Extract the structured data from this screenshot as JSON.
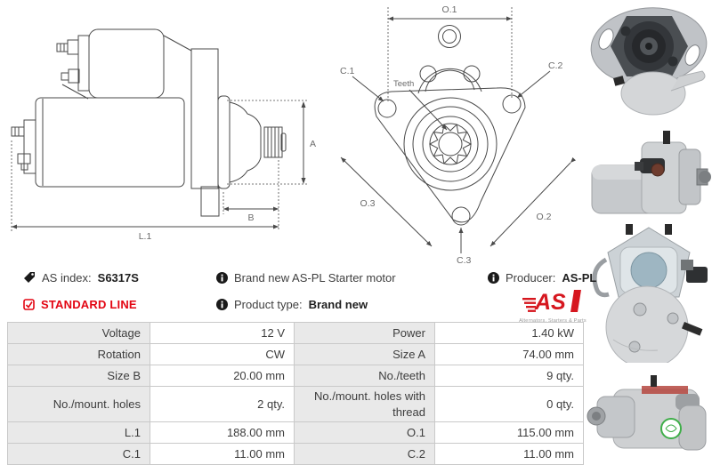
{
  "info": {
    "as_index_label": "AS index:",
    "as_index_value": "S6317S",
    "standard_line_label": "STANDARD LINE",
    "description": "Brand new AS-PL Starter motor",
    "product_type_label": "Product type:",
    "product_type_value": "Brand new",
    "producer_label": "Producer:",
    "producer_value": "AS-PL",
    "logo_text": "AS",
    "logo_tagline": "Alternators, Starters & Parts"
  },
  "diagrams": {
    "side_view": {
      "dim_a": "A",
      "dim_b": "B",
      "dim_l1": "L.1"
    },
    "front_view": {
      "dim_o1": "O.1",
      "dim_o2": "O.2",
      "dim_o3": "O.3",
      "dim_c1": "C.1",
      "dim_c2": "C.2",
      "dim_c3": "C.3",
      "teeth_label": "Teeth"
    }
  },
  "spec_table": {
    "rows": [
      {
        "label1": "Voltage",
        "value1": "12 V",
        "label2": "Power",
        "value2": "1.40 kW"
      },
      {
        "label1": "Rotation",
        "value1": "CW",
        "label2": "Size A",
        "value2": "74.00 mm"
      },
      {
        "label1": "Size B",
        "value1": "20.00 mm",
        "label2": "No./teeth",
        "value2": "9 qty."
      },
      {
        "label1": "No./mount. holes",
        "value1": "2 qty.",
        "label2": "No./mount. holes with thread",
        "value2": "0 qty."
      },
      {
        "label1": "L.1",
        "value1": "188.00 mm",
        "label2": "O.1",
        "value2": "115.00 mm"
      },
      {
        "label1": "C.1",
        "value1": "11.00 mm",
        "label2": "C.2",
        "value2": "11.00 mm"
      }
    ]
  },
  "colors": {
    "accent_red": "#e30613",
    "table_label_bg": "#e9e9e9",
    "table_border": "#c9c9c9",
    "text_dark": "#3d3d3d",
    "drawing_line": "#4a4a4a"
  }
}
